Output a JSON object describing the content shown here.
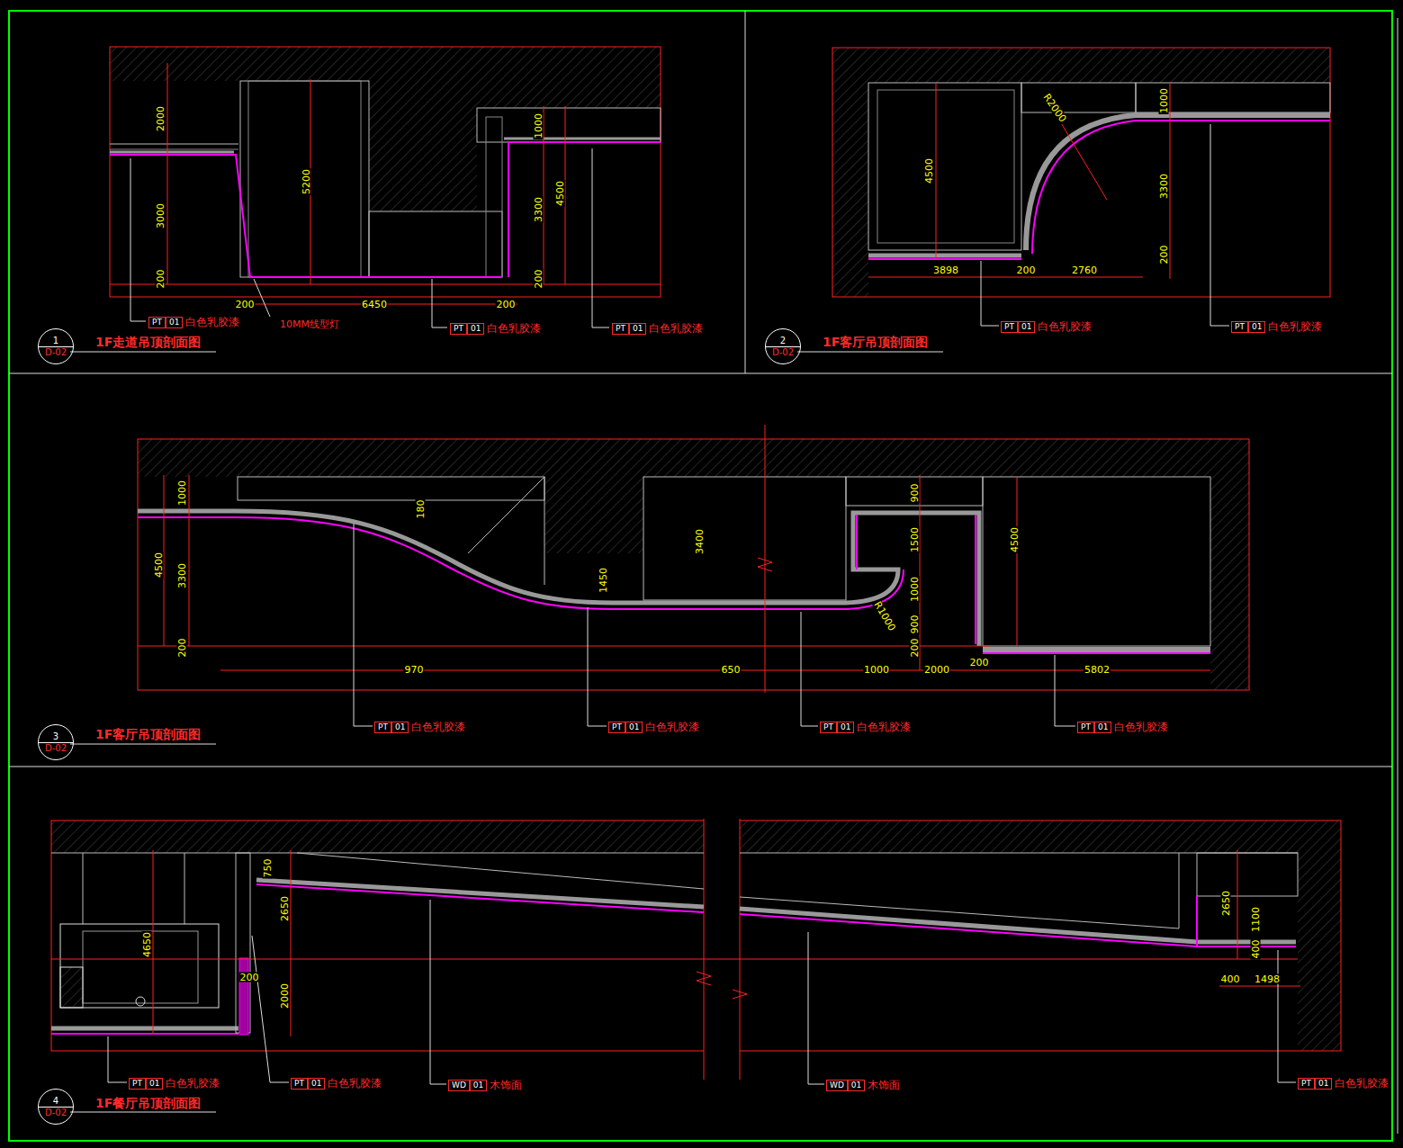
{
  "diagram": {
    "nodes": [
      {
        "text": [
          "1",
          "D-02"
        ]
      },
      {
        "text": [
          "PT",
          "01",
          "白色乳胶漆"
        ]
      },
      {
        "text": [
          "PT",
          "01",
          "白色乳胶漆"
        ]
      },
      {
        "text": [
          "PT",
          "01",
          "白色乳胶漆"
        ]
      },
      {
        "text": [
          "2",
          "D-02"
        ]
      },
      {
        "text": [
          "PT",
          "01",
          "白色乳胶漆"
        ]
      },
      {
        "text": [
          "PT",
          "01",
          "白色乳胶漆"
        ]
      },
      {
        "text": [
          "3",
          "D-02"
        ]
      },
      {
        "text": [
          "PT",
          "01",
          "白色乳胶漆"
        ]
      },
      {
        "text": [
          "PT",
          "01",
          "白色乳胶漆"
        ]
      },
      {
        "text": [
          "PT",
          "01",
          "白色乳胶漆"
        ]
      },
      {
        "text": [
          "PT",
          "01",
          "白色乳胶漆"
        ]
      },
      {
        "text": [
          "4",
          "D-02"
        ]
      },
      {
        "text": [
          "PT",
          "01",
          "白色乳胶漆"
        ]
      },
      {
        "text": [
          "PT",
          "01",
          "白色乳胶漆"
        ]
      },
      {
        "text": [
          "WD",
          "01",
          "木饰面"
        ]
      },
      {
        "text": [
          "WD",
          "01",
          "木饰面"
        ]
      },
      {
        "text": [
          "PT",
          "01",
          "白色乳胶漆"
        ]
      }
    ],
    "labels": [
      "2000",
      "3000",
      "200",
      "5200",
      "1000",
      "3300",
      "4500",
      "200",
      "200",
      "6450",
      "200",
      "10MM线型灯",
      "1F走道吊顶剖面图",
      "4500",
      "R2000",
      "1000",
      "3300",
      "200",
      "3898",
      "200",
      "2760",
      "1F客厅吊顶剖面图",
      "1000",
      "4500",
      "3300",
      "200",
      "180",
      "1450",
      "3400",
      "900",
      "1500",
      "1000",
      "900",
      "200",
      "R1000",
      "4500",
      "970",
      "650",
      "1000",
      "2000",
      "200",
      "5802",
      "1F客厅吊顶剖面图",
      "750",
      "2650",
      "4650",
      "200",
      "2000",
      "2650",
      "1100",
      "400",
      "400",
      "1498",
      "1F餐厅吊顶剖面图"
    ]
  }
}
